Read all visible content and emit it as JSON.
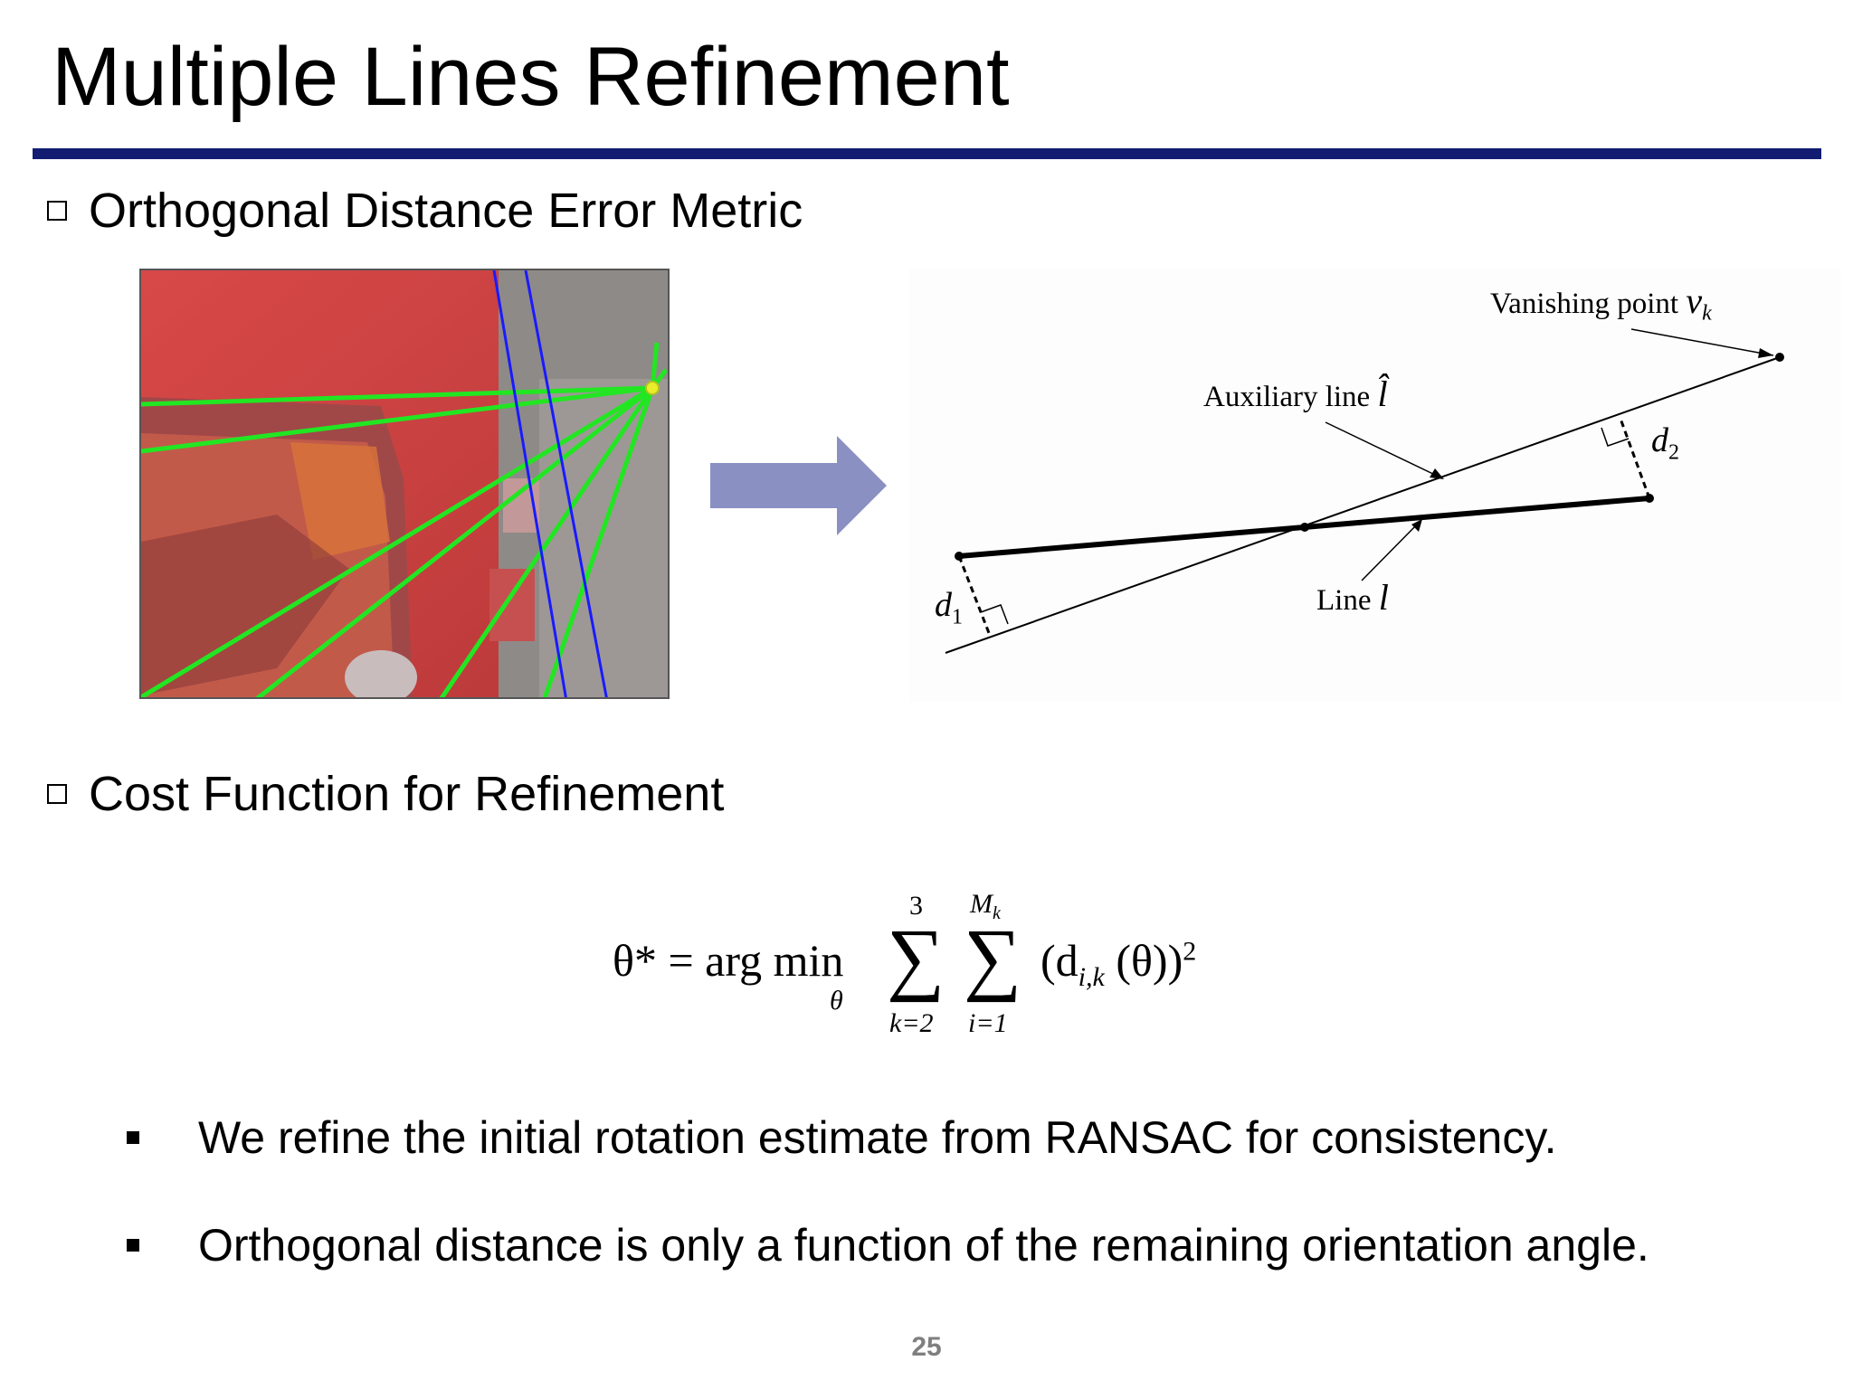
{
  "slide": {
    "title": "Multiple Lines Refinement",
    "page_number": "25"
  },
  "sections": [
    {
      "label": "Orthogonal Distance Error Metric"
    },
    {
      "label": "Cost Function for Refinement"
    }
  ],
  "diagram": {
    "vanishing_point_label": "Vanishing point",
    "vanishing_point_symbol": "v",
    "vanishing_point_subscript": "k",
    "auxiliary_line_label": "Auxiliary line",
    "auxiliary_line_symbol": "l̂",
    "line_label": "Line",
    "line_symbol": "l",
    "d1_symbol": "d",
    "d1_subscript": "1",
    "d2_symbol": "d",
    "d2_subscript": "2"
  },
  "formula": {
    "lhs": "θ* = arg min",
    "argmin_sub": "θ",
    "sum1_top": "3",
    "sum1_bottom": "k=2",
    "sum2_top": "M",
    "sum2_top_sub": "k",
    "sum2_bottom": "i=1",
    "body": "(d",
    "body_sub": "i,k",
    "body_tail": "(θ))",
    "exponent": "2"
  },
  "bullets": [
    {
      "text": "We refine the initial rotation estimate from RANSAC for consistency."
    },
    {
      "text": "Orthogonal distance is only a function of the remaining orientation angle."
    }
  ],
  "colors": {
    "rule": "#121d72",
    "arrow": "#8a90c2",
    "detected_lines": "#22e622",
    "vertical_lines": "#1a1aff"
  }
}
